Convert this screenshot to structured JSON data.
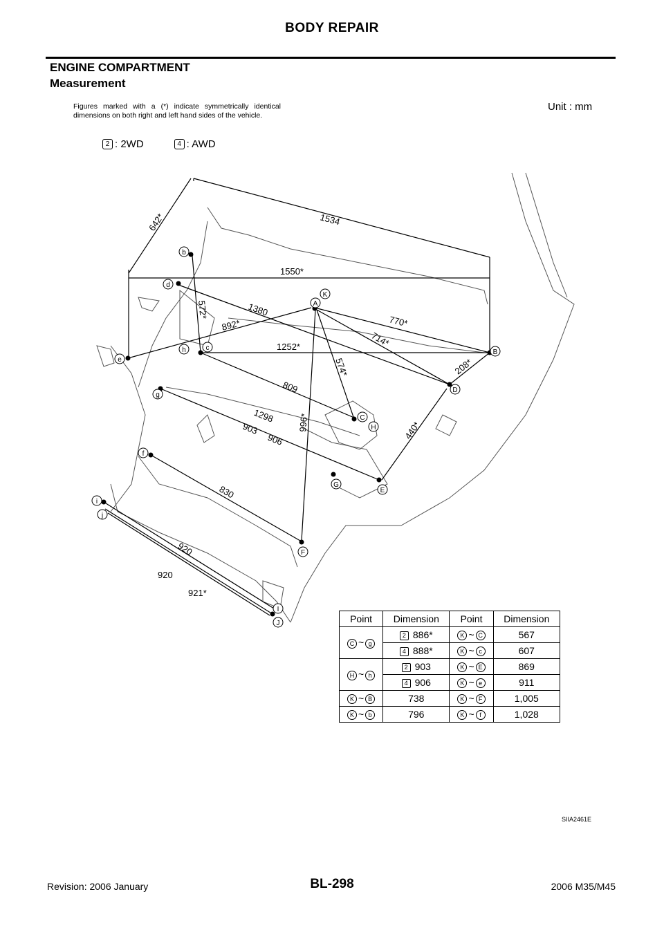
{
  "header": {
    "title": "BODY REPAIR"
  },
  "section": {
    "title": "ENGINE COMPARTMENT",
    "subtitle": "Measurement"
  },
  "note": "Figures marked with a (*) indicate symmetrically identical dimensions on both right and left hand sides of the vehicle.",
  "unit": "Unit : mm",
  "legend": {
    "item1_num": "2",
    "item1_label": ": 2WD",
    "item2_num": "4",
    "item2_label": ":  AWD"
  },
  "diagram": {
    "dimensions": [
      "642*",
      "1534",
      "1550*",
      "572*",
      "1380",
      "892*",
      "770*",
      "714*",
      "1252*",
      "208*",
      "574*",
      "809",
      "1298",
      "903",
      "906",
      "996*",
      "440*",
      "830",
      "920",
      "920",
      "921*"
    ],
    "points": [
      "A",
      "B",
      "C",
      "D",
      "E",
      "F",
      "G",
      "H",
      "I",
      "J",
      "K",
      "b",
      "c",
      "d",
      "e",
      "f",
      "g",
      "h",
      "i",
      "j"
    ]
  },
  "table": {
    "headers": [
      "Point",
      "Dimension",
      "Point",
      "Dimension"
    ],
    "rows": [
      {
        "p1a": "C",
        "p1b": "g",
        "v1n": "2",
        "v1": "886*",
        "p2a": "K",
        "p2b": "C",
        "v2": "567"
      },
      {
        "p1a": "",
        "p1b": "",
        "v1n": "4",
        "v1": "888*",
        "p2a": "K",
        "p2b": "c",
        "v2": "607"
      },
      {
        "p1a": "H",
        "p1b": "h",
        "v1n": "2",
        "v1": "903",
        "p2a": "K",
        "p2b": "E",
        "v2": "869"
      },
      {
        "p1a": "",
        "p1b": "",
        "v1n": "4",
        "v1": "906",
        "p2a": "K",
        "p2b": "e",
        "v2": "911"
      },
      {
        "p1a": "K",
        "p1b": "B",
        "v1n": "",
        "v1": "738",
        "p2a": "K",
        "p2b": "F",
        "v2": "1,005"
      },
      {
        "p1a": "K",
        "p1b": "b",
        "v1n": "",
        "v1": "796",
        "p2a": "K",
        "p2b": "f",
        "v2": "1,028"
      }
    ]
  },
  "figure_code": "SIIA2461E",
  "footer": {
    "page": "BL-298",
    "revision": "Revision: 2006 January",
    "model": "2006 M35/M45"
  }
}
